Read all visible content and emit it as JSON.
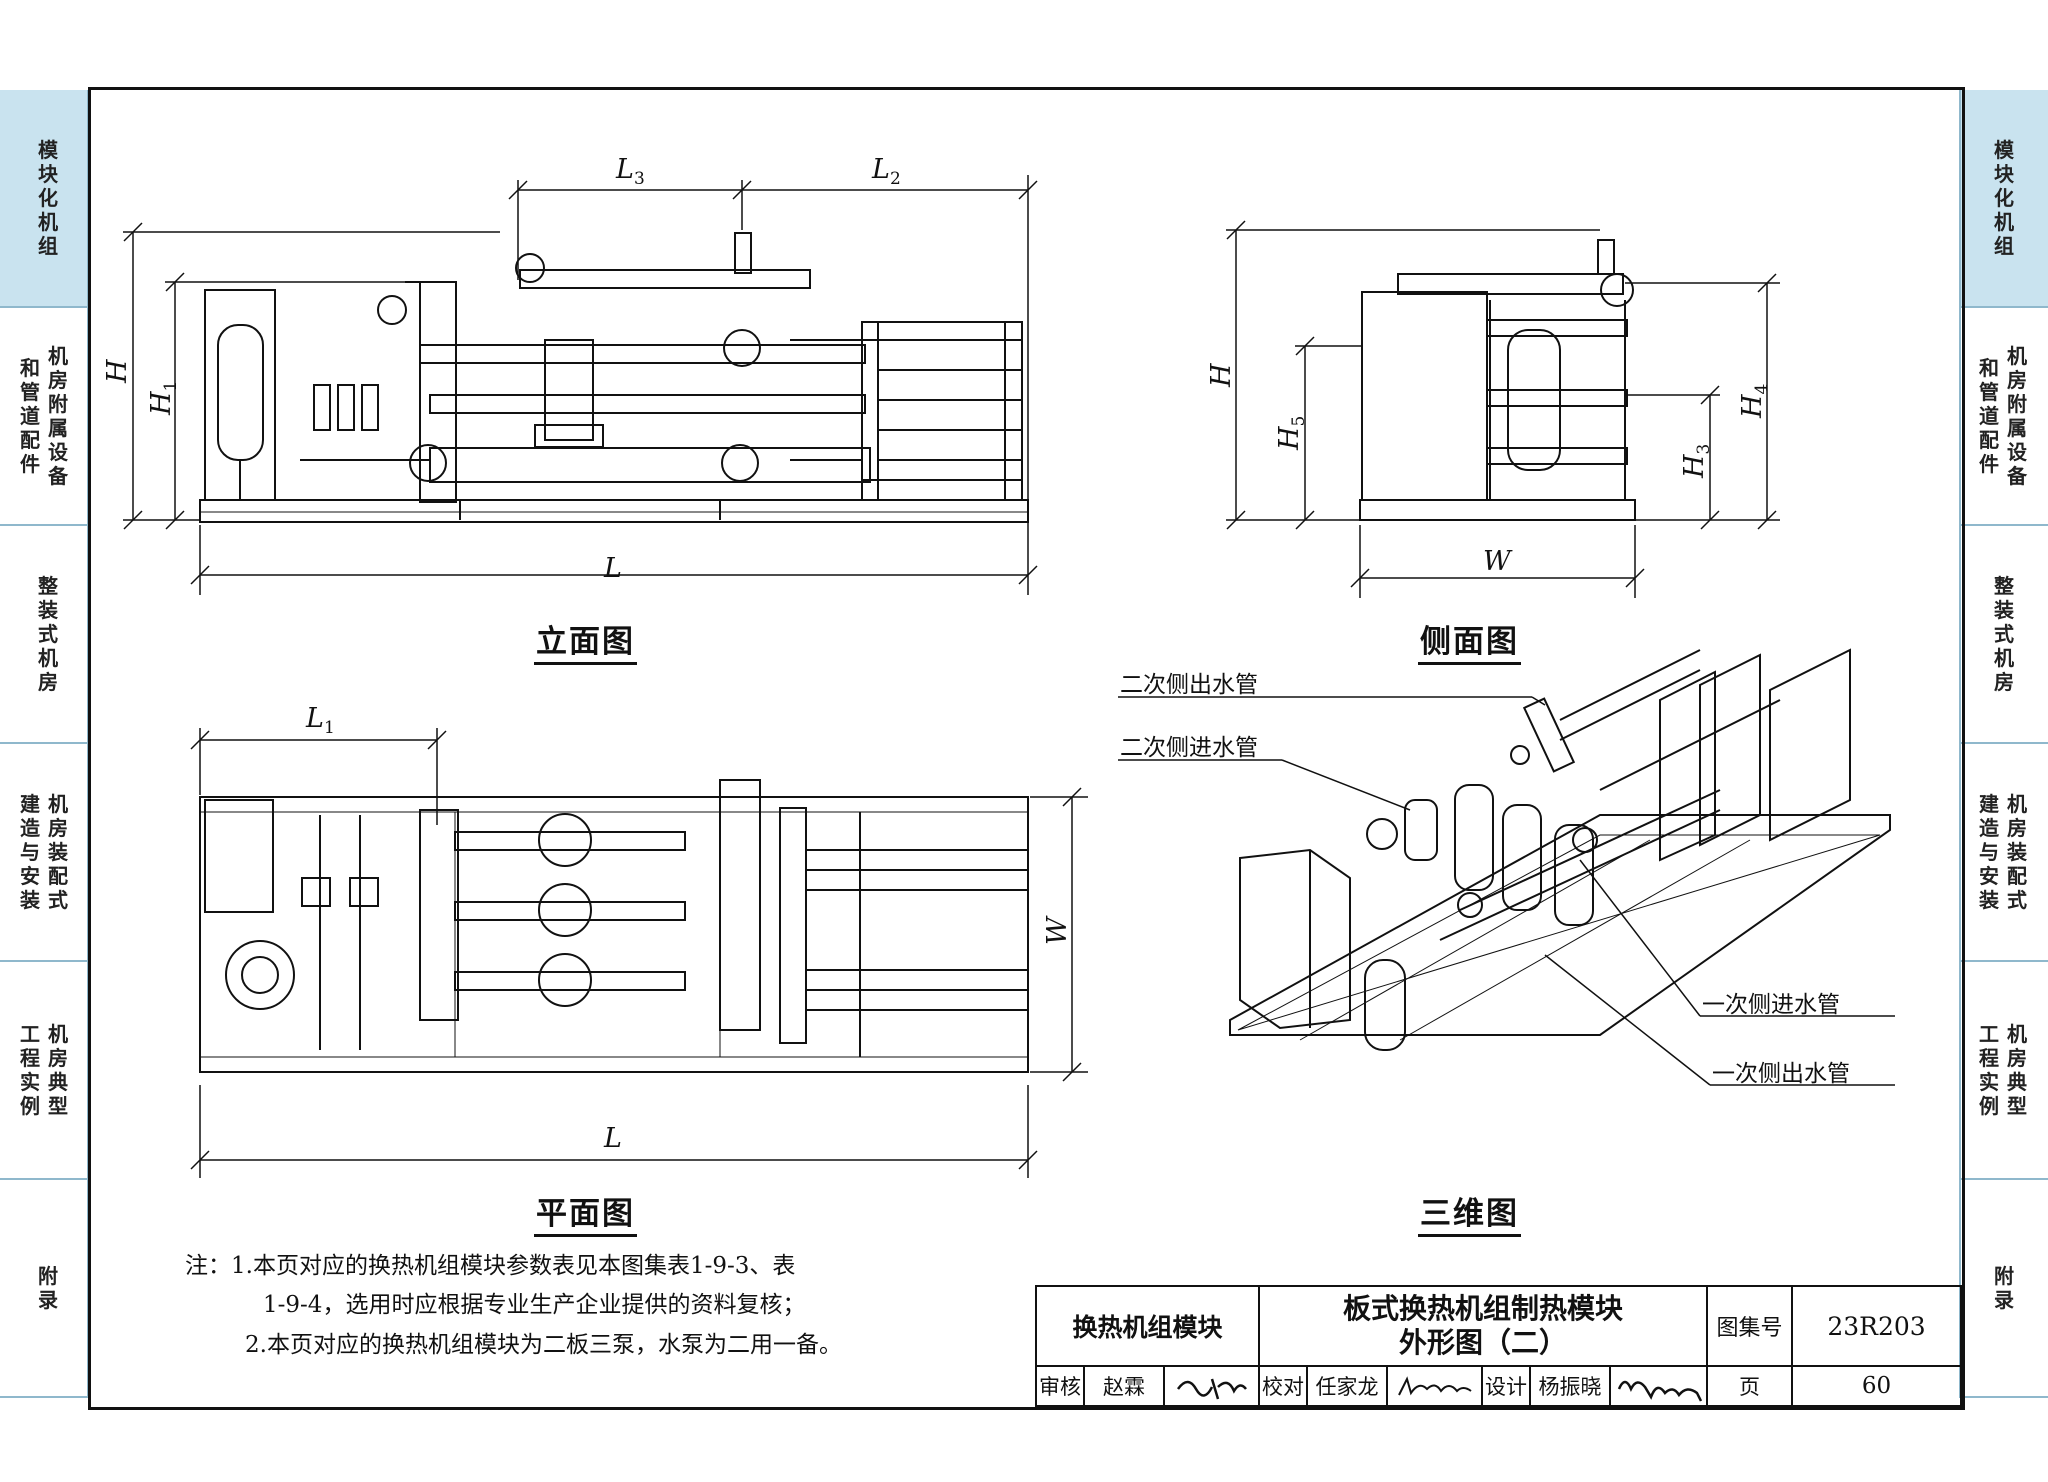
{
  "side_tabs": [
    {
      "label": "模块化机组",
      "active": true
    },
    {
      "label": "机房附属设备和管道配件",
      "active": false
    },
    {
      "label": "整装式机房",
      "active": false
    },
    {
      "label": "机房装配式建造与安装",
      "active": false
    },
    {
      "label": "机房典型工程实例",
      "active": false
    },
    {
      "label": "附录",
      "active": false
    }
  ],
  "captions": {
    "elevation": "立面图",
    "side": "侧面图",
    "plan": "平面图",
    "three_d": "三维图"
  },
  "dimensions": {
    "L": "L",
    "L1": "L",
    "L1_sub": "1",
    "L2": "L",
    "L2_sub": "2",
    "L3": "L",
    "L3_sub": "3",
    "H": "H",
    "H1": "H",
    "H1_sub": "1",
    "H3": "H",
    "H3_sub": "3",
    "H4": "H",
    "H4_sub": "4",
    "H5": "H",
    "H5_sub": "5",
    "W": "W"
  },
  "three_d_labels": {
    "secondary_out": "二次侧出水管",
    "secondary_in": "二次侧进水管",
    "primary_in": "一次侧进水管",
    "primary_out": "一次侧出水管"
  },
  "notes": {
    "line1": "注：1.本页对应的换热机组模块参数表见本图集表1-9-3、表",
    "line2": "1-9-4，选用时应根据专业生产企业提供的资料复核；",
    "line3": "2.本页对应的换热机组模块为二板三泵，水泵为二用一备。"
  },
  "title_block": {
    "module": "换热机组模块",
    "title_line1": "板式换热机组制热模块",
    "title_line2": "外形图（二）",
    "atlas_label": "图集号",
    "atlas_no": "23R203",
    "review_label": "审核",
    "review_name": "赵霖",
    "check_label": "校对",
    "check_name": "任家龙",
    "design_label": "设计",
    "design_name": "杨振晓",
    "page_label": "页",
    "page_no": "60"
  },
  "colors": {
    "tab_active": "#c9e3ef",
    "tab_border": "#8fb8cc",
    "ink": "#111111"
  }
}
